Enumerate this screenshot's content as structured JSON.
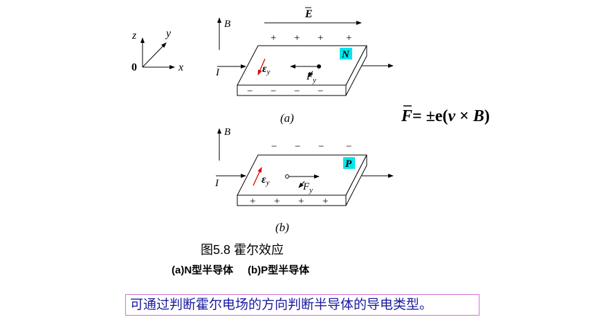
{
  "axes": {
    "z": "z",
    "y": "y",
    "x": "x",
    "origin": "0"
  },
  "panel_a": {
    "field_label": "E",
    "b_label": "B",
    "current_label": "I",
    "top_charges": [
      "+",
      "+",
      "+",
      "+"
    ],
    "bottom_charges": [
      "−",
      "−",
      "−",
      "−"
    ],
    "type_badge": "N",
    "emf_label": "ε",
    "emf_sub": "y",
    "force_label": "F",
    "force_sub": "y",
    "panel_label": "(a)"
  },
  "panel_b": {
    "b_label": "B",
    "current_label": "I",
    "top_charges": [
      "−",
      "−",
      "−",
      "−"
    ],
    "bottom_charges": [
      "+",
      "+",
      "+",
      "+"
    ],
    "type_badge": "P",
    "emf_label": "ε",
    "emf_sub": "y",
    "force_label": "F",
    "force_sub": "y",
    "panel_label": "(b)"
  },
  "formula": {
    "lhs": "F",
    "eq": "= ±e(",
    "v": "v",
    "times": " × ",
    "b": "B",
    "close": ")"
  },
  "caption": {
    "title": "图5.8  霍尔效应",
    "subtitle": "(a)N型半导体     (b)P型半导体"
  },
  "note": "可通过判断霍尔电场的方向判断半导体的导电类型。",
  "colors": {
    "badge": "#00e5ee",
    "emf_arrow": "#e00000",
    "note_text": "#1a1aa0",
    "note_border": "#d070d0"
  }
}
